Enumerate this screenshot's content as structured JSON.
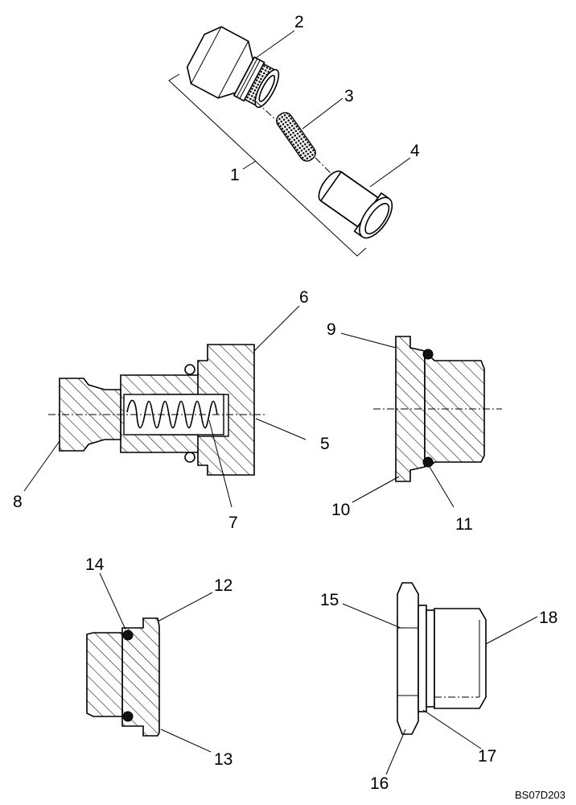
{
  "callouts": {
    "c1": "1",
    "c2": "2",
    "c3": "3",
    "c4": "4",
    "c5": "5",
    "c6": "6",
    "c7": "7",
    "c8": "8",
    "c9": "9",
    "c10": "10",
    "c11": "11",
    "c12": "12",
    "c13": "13",
    "c14": "14",
    "c15": "15",
    "c16": "16",
    "c17": "17",
    "c18": "18"
  },
  "drawing_code": "BS07D203"
}
